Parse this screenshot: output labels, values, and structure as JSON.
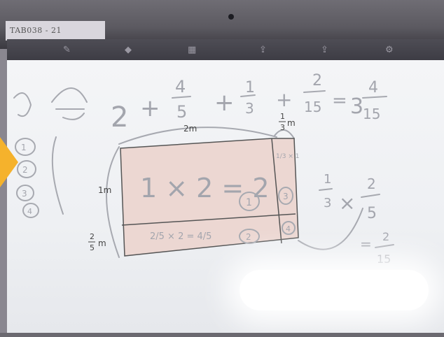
{
  "sticker": {
    "text": "TAB038 - 21"
  },
  "equation": {
    "whole": "2",
    "plus1": "+",
    "frac1_num": "4",
    "frac1_den": "5",
    "plus2": "+",
    "frac2_num": "1",
    "frac2_den": "3",
    "plus3": "+",
    "frac3_num": "2",
    "frac3_den": "15",
    "equals": "=",
    "result_whole": "3",
    "result_num": "4",
    "result_den": "15"
  },
  "diagram": {
    "top_label": "2m",
    "right_top_label_num": "1",
    "right_top_label_den": "3",
    "right_top_label_unit": "m",
    "left_label": "1m",
    "bottom_left_label_num": "2",
    "bottom_left_label_den": "5",
    "bottom_left_label_unit": "m",
    "main_expr": "1 × 2 = 2",
    "main_circle": "1",
    "bottom_expr": "2/5 × 2 = 4/5",
    "cell2_circle": "2",
    "cell3_circle": "3",
    "cell4_circle": "4",
    "cell3_expr": "1/3 × 1"
  },
  "side_work": {
    "left_circles": [
      "1",
      "2",
      "3",
      "4"
    ],
    "right_expr_a_num": "1",
    "right_expr_a_den": "3",
    "times": "×",
    "right_expr_b_num": "2",
    "right_expr_b_den": "5",
    "equals": "=",
    "right_result_num": "2",
    "right_result_den": "15"
  },
  "colors": {
    "cell_fill": "#ecd7d2",
    "ink": "#a7a9b0",
    "marker": "#f5b22c"
  }
}
